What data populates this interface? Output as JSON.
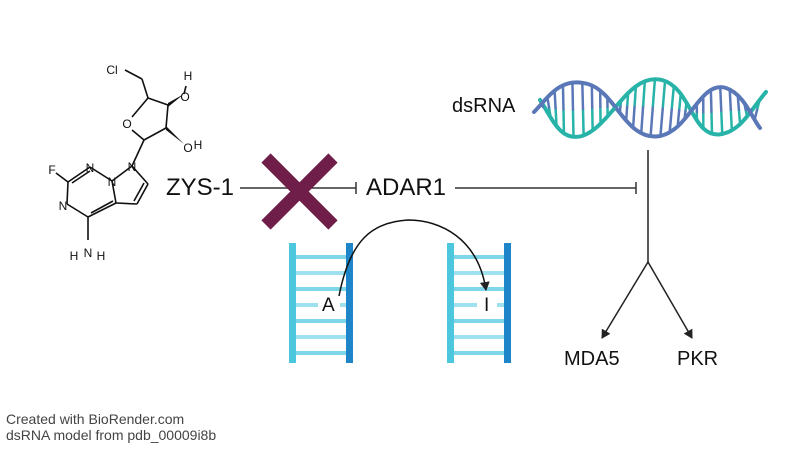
{
  "molecule": {
    "atoms": {
      "cl": "Cl",
      "o_ring": "O",
      "h_top": "H",
      "oh_top": "O",
      "oh_bottom": "O",
      "h_bottom": "H",
      "n9": "N",
      "n7": "N",
      "n3": "N",
      "n1": "N",
      "f": "F",
      "nh2_n": "N",
      "h1": "H",
      "h2": "H"
    }
  },
  "labels": {
    "drug": "ZYS-1",
    "enzyme": "ADAR1",
    "substrate": "dsRNA",
    "sensor_1": "MDA5",
    "sensor_2": "PKR",
    "base_before": "A",
    "base_after": "I"
  },
  "credits": {
    "line1": "Created with BioRender.com",
    "line2": "dsRNA model from pdb_00009i8b"
  },
  "colors": {
    "cross": "#6e1e48",
    "strand_dark": "#1e86c8",
    "strand_light": "#4cc7de",
    "rung": "#7fd6e8",
    "helix_teal": "#27b3a8",
    "helix_blue": "#5a78b8",
    "line": "#333333"
  }
}
